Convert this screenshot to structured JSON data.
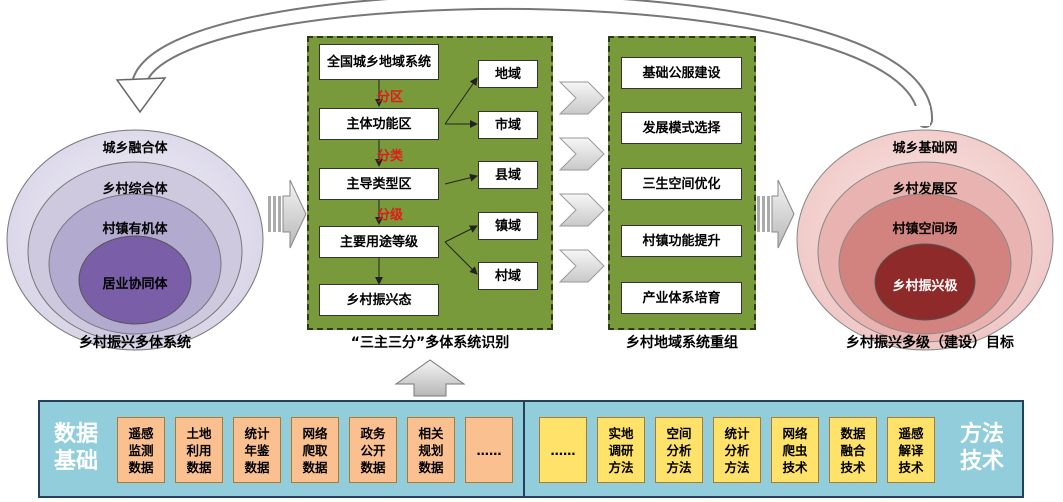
{
  "left_circle": {
    "rings": [
      "城乡融合体",
      "乡村综合体",
      "村镇有机体",
      "居业协同体"
    ],
    "caption": "乡村振兴多体系统"
  },
  "panel1": {
    "boxes": [
      "全国城乡地域系统",
      "主体功能区",
      "主导类型区",
      "主要用途等级",
      "乡村振兴态"
    ],
    "connectors": [
      "分区",
      "分类",
      "分级"
    ],
    "territories": [
      "地域",
      "市域",
      "县域",
      "镇域",
      "村域"
    ],
    "caption": "“三主三分”多体系统识别"
  },
  "panel2": {
    "boxes": [
      "基础公服建设",
      "发展模式选择",
      "三生空间优化",
      "村镇功能提升",
      "产业体系培育"
    ],
    "caption": "乡村地域系统重组"
  },
  "right_circle": {
    "rings": [
      "城乡基础网",
      "乡村发展区",
      "村镇空间场",
      "乡村振兴极"
    ],
    "caption": "乡村振兴多级（建设）目标"
  },
  "bottom": {
    "data_title": "数据\n基础",
    "method_title": "方法\n技术",
    "data_items": [
      "遥感\n监测\n数据",
      "土地\n利用\n数据",
      "统计\n年鉴\n数据",
      "网络\n爬取\n数据",
      "政务\n公开\n数据",
      "相关\n规划\n数据",
      "……"
    ],
    "method_items": [
      "……",
      "实地\n调研\n方法",
      "空间\n分析\n方法",
      "统计\n分析\n方法",
      "网络\n爬虫\n技术",
      "数据\n融合\n技术",
      "遥感\n解译\n技术"
    ]
  },
  "colors": {
    "panel_green": "#799a3a",
    "data_blue": "#92cddc",
    "orange_card": "#fac090",
    "yellow_card": "#ffe26a",
    "red_text": "#e11b1b"
  }
}
